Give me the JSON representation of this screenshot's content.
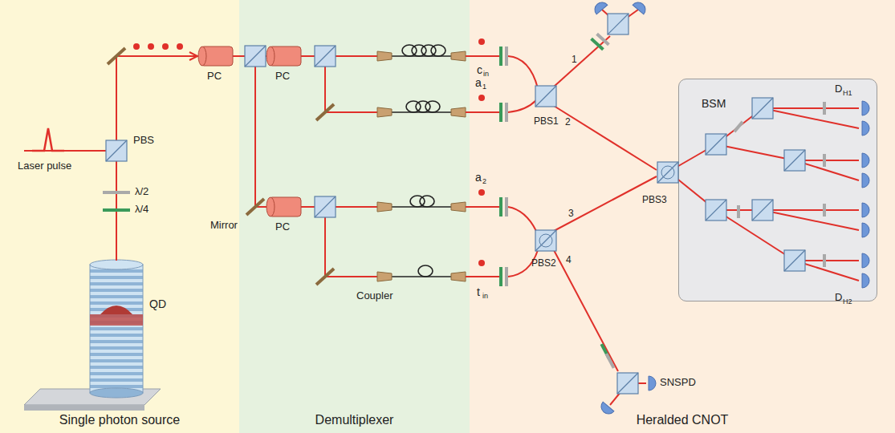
{
  "diagram": {
    "nodes": [
      {
        "text": [
          "Single photon source"
        ]
      },
      {
        "text": [
          "Demultiplexer"
        ]
      },
      {
        "text": [
          "Heralded CNOT"
        ]
      },
      {
        "text": [
          "BSM"
        ],
        "in": 2
      }
    ],
    "labels": [
      "Laser pulse",
      "PBS",
      "λ/2",
      "λ/4",
      "QD",
      "PC",
      "PC",
      "PC",
      "Mirror",
      "Coupler",
      "c",
      "in",
      "a",
      "1",
      "a",
      "2",
      "t",
      "in",
      "PBS1",
      "PBS2",
      "PBS3",
      "1",
      "2",
      "3",
      "4",
      "D",
      "H1",
      "D",
      "H2",
      "SNSPD"
    ]
  }
}
